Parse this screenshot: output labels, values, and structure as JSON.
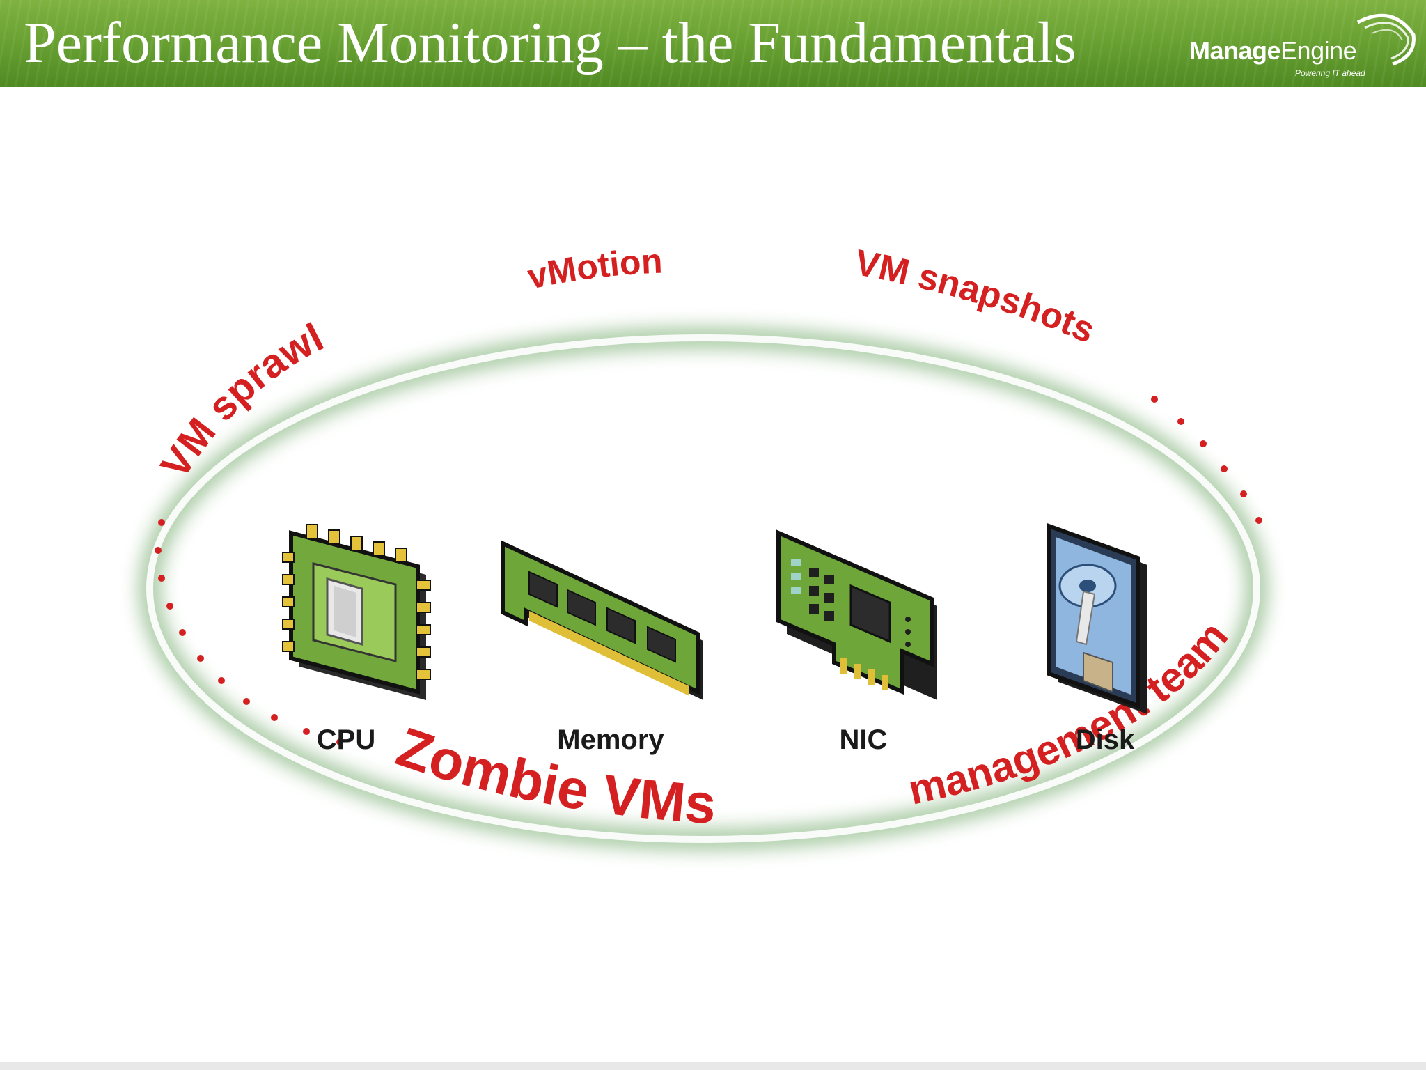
{
  "header": {
    "title": "Performance Monitoring – the Fundamentals",
    "logo": {
      "name_bold": "Manage",
      "name_light": "Engine",
      "tagline": "Powering IT ahead"
    }
  },
  "diagram": {
    "components": [
      {
        "label": "CPU",
        "icon": "cpu-chip-icon"
      },
      {
        "label": "Memory",
        "icon": "memory-module-icon"
      },
      {
        "label": "NIC",
        "icon": "network-card-icon"
      },
      {
        "label": "Disk",
        "icon": "hard-disk-icon"
      }
    ],
    "ring_labels": {
      "vm_sprawl": "VM sprawl",
      "vmotion": "vMotion",
      "vm_snapshots": "VM snapshots",
      "management_team": "management team",
      "zombie_vms": "Zombie VMs"
    },
    "colors": {
      "ring_text": "#d42020",
      "ring_glow": "#2f7a2a",
      "board_green": "#6fa63a"
    }
  }
}
